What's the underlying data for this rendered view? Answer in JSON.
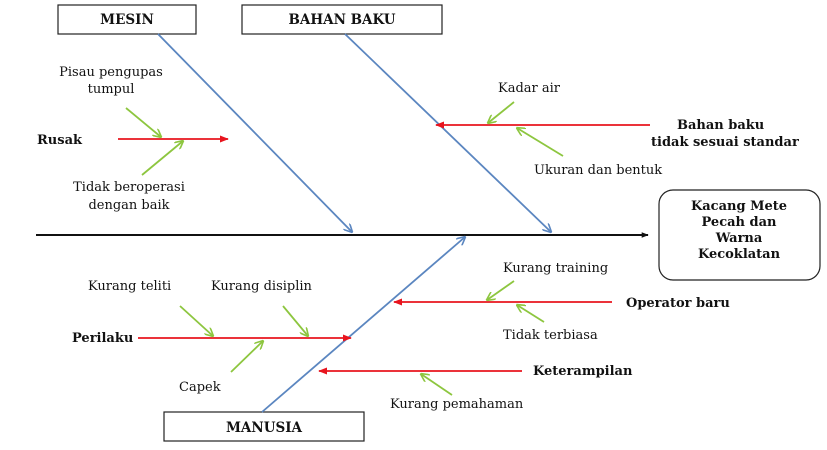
{
  "diagram": {
    "effect": {
      "lines": [
        "Kacang Mete",
        "Pecah dan",
        "Warna",
        "Kecoklatan"
      ]
    },
    "categories": {
      "mesin": "MESIN",
      "bahan_baku": "BAHAN BAKU",
      "manusia": "MANUSIA"
    },
    "causes": {
      "rusak": "Rusak",
      "pisau_line1": "Pisau pengupas",
      "pisau_line2": "tumpul",
      "tidak_beroperasi_line1": "Tidak beroperasi",
      "tidak_beroperasi_line2": "dengan baik",
      "kadar_air": "Kadar air",
      "bahan_baku_line1": "Bahan baku",
      "bahan_baku_line2": "tidak sesuai standar",
      "ukuran_bentuk": "Ukuran dan bentuk",
      "kurang_training": "Kurang training",
      "operator_baru": "Operator baru",
      "tidak_terbiasa": "Tidak terbiasa",
      "kurang_teliti": "Kurang teliti",
      "kurang_disiplin": "Kurang disiplin",
      "perilaku": "Perilaku",
      "capek": "Capek",
      "keterampilan": "Keterampilan",
      "kurang_pemahaman": "Kurang pemahaman"
    },
    "colors": {
      "spine": "#111111",
      "bone": "#5b86c0",
      "cause_arrow": "#e8141e",
      "sub_arrow": "#8dc63f",
      "box_border": "#222222"
    }
  }
}
